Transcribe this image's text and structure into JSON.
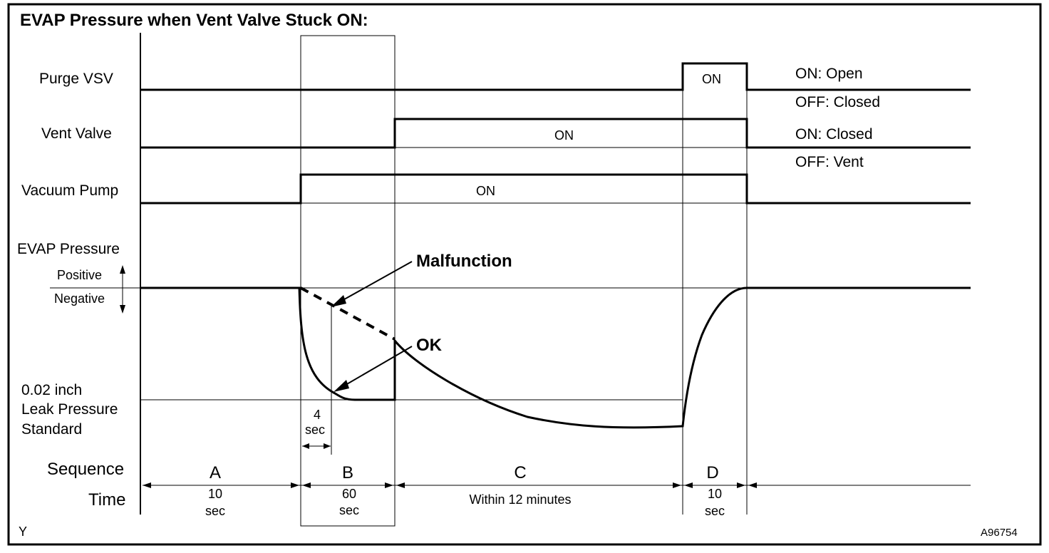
{
  "title": "EVAP Pressure when Vent Valve Stuck ON:",
  "rows": {
    "purge_vsv": "Purge VSV",
    "vent_valve": "Vent Valve",
    "vacuum_pump": "Vacuum Pump",
    "evap_pressure": "EVAP Pressure",
    "positive": "Positive",
    "negative": "Negative",
    "leak_std_line1": "0.02 inch",
    "leak_std_line2": "Leak Pressure",
    "leak_std_line3": "Standard",
    "sequence": "Sequence",
    "time": "Time"
  },
  "states": {
    "purge_on": "ON",
    "vent_on": "ON",
    "pump_on": "ON"
  },
  "legend": {
    "purge_on": "ON: Open",
    "purge_off": "OFF: Closed",
    "vent_on": "ON: Closed",
    "vent_off": "OFF: Vent"
  },
  "callouts": {
    "malfunction": "Malfunction",
    "ok": "OK"
  },
  "four_sec": {
    "value": "4",
    "unit": "sec"
  },
  "sequences": [
    {
      "letter": "A",
      "time_line1": "10",
      "time_line2": "sec"
    },
    {
      "letter": "B",
      "time_line1": "60",
      "time_line2": "sec"
    },
    {
      "letter": "C",
      "time_line1": "Within 12 minutes",
      "time_line2": ""
    },
    {
      "letter": "D",
      "time_line1": "10",
      "time_line2": "sec"
    }
  ],
  "corner_left": "Y",
  "corner_right": "A96754"
}
